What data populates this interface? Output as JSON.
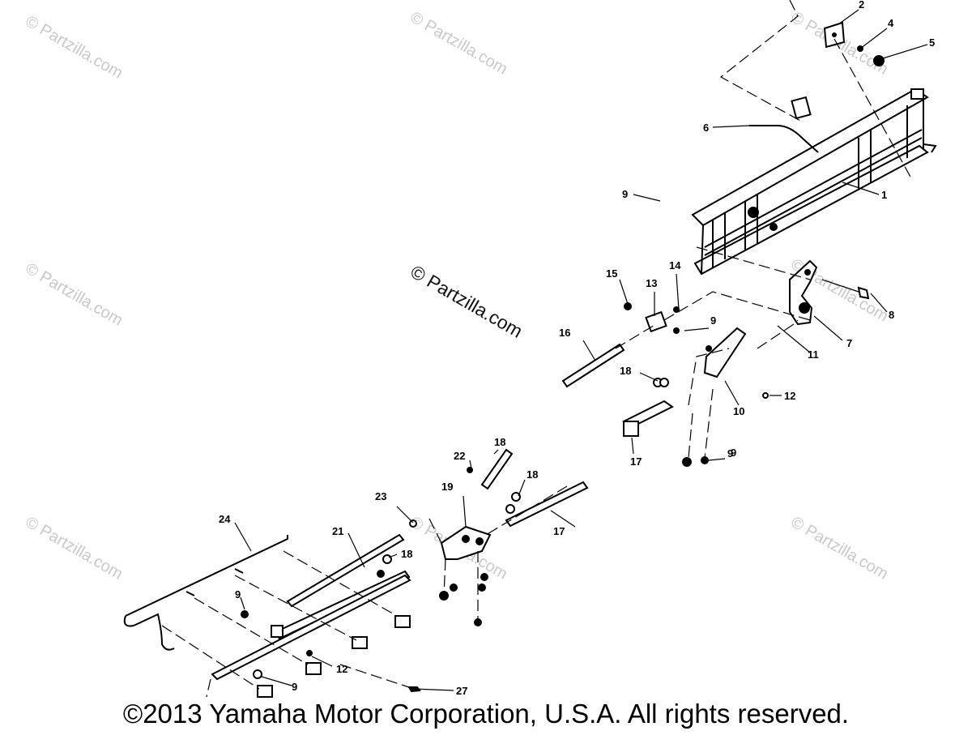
{
  "watermark": "© Partzilla.com",
  "copyright": "©2013 Yamaha Motor Corporation, U.S.A. All rights reserved.",
  "labels": [
    "1",
    "2",
    "4",
    "5",
    "6",
    "9",
    "7",
    "8",
    "11",
    "12",
    "10",
    "9",
    "13",
    "14",
    "15",
    "9",
    "16",
    "18",
    "17",
    "9",
    "18",
    "22",
    "19",
    "23",
    "18",
    "17",
    "21",
    "18",
    "24",
    "9",
    "12",
    "9",
    "27"
  ]
}
